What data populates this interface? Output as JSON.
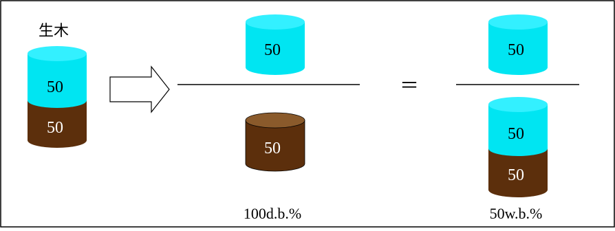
{
  "green_wood": {
    "title": "生木",
    "water_value": "50",
    "solid_value": "50"
  },
  "dry_basis": {
    "numerator_value": "50",
    "denominator_value": "50",
    "result_label": "100d.b.%"
  },
  "equals_sign": "＝",
  "wet_basis": {
    "numerator_value": "50",
    "denominator_water_value": "50",
    "denominator_solid_value": "50",
    "result_label": "50w.b.%"
  },
  "colors": {
    "water": "#00e5f2",
    "water_top": "#33f0ff",
    "solid": "#5c2f0c",
    "solid_top": "#8a5a2b",
    "outline": "#000000"
  }
}
